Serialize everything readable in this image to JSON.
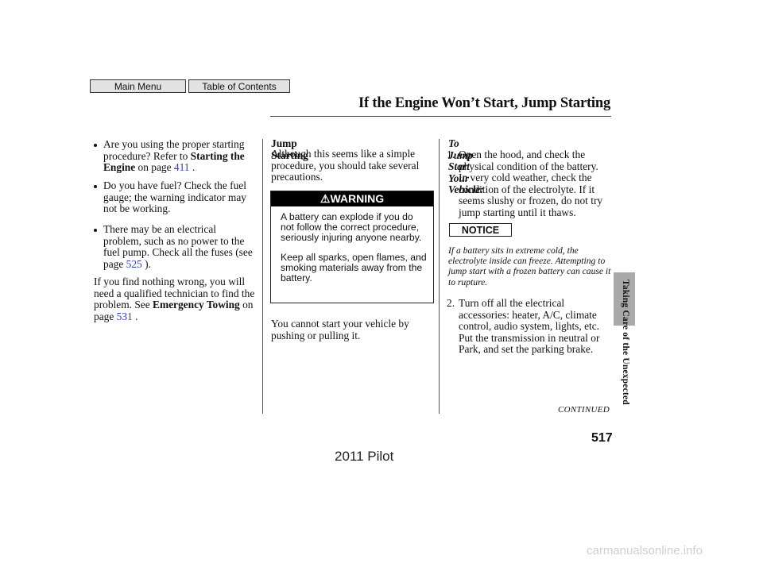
{
  "nav": {
    "main_menu": "Main Menu",
    "table_of_contents": "Table of Contents"
  },
  "page_title": "If the Engine Won’t Start, Jump Starting",
  "left_column": {
    "bullet1": {
      "text": "Are you using the proper starting procedure? Refer to ",
      "ref": "Starting the Engine",
      "on_page": " on page ",
      "page": "411",
      "end": " ."
    },
    "bullet2": {
      "text": "Do you have fuel? Check the fuel gauge; the warning indicator may not be working."
    },
    "bullet3": {
      "text": "There may be an electrical problem, such as no power to the fuel pump. Check all the fuses (see page ",
      "page": "525",
      "end": " )."
    },
    "para": {
      "text": "If you find nothing wrong, you will need a qualified technician to find the problem. See ",
      "ref": "Emergency Towing",
      "on_page": " on page ",
      "page": "531",
      "end": " ."
    }
  },
  "middle_column": {
    "heading": "Jump Starting",
    "intro": "Although this seems like a simple procedure, you should take several precautions.",
    "warning": {
      "label": "WARNING",
      "para1": "A battery can explode if you do not follow the correct procedure, seriously injuring anyone nearby.",
      "para2": "Keep all sparks, open flames, and smoking materials away from the battery."
    },
    "note": "You cannot start your vehicle by pushing or pulling it."
  },
  "right_column": {
    "heading": "To Jump Start Your Vehicle:",
    "step1_num": "1.",
    "step1": "Open the hood, and check the physical condition of the battery. In very cold weather, check the condition of the electrolyte. If it seems slushy or frozen, do not try jump starting until it thaws.",
    "notice_label": "NOTICE",
    "notice_text": "If a battery sits in extreme cold, the electrolyte inside can freeze. Attempting to jump start with a frozen battery can cause it to rupture.",
    "step2_num": "2.",
    "step2": "Turn off all the electrical accessories: heater, A/C, climate control, audio system, lights, etc. Put the transmission in neutral or Park, and set the parking brake."
  },
  "continued": "CONTINUED",
  "side_label": "Taking Care of the Unexpected",
  "page_number": "517",
  "footer": "2011 Pilot",
  "watermark": "carmanualsonline.info"
}
